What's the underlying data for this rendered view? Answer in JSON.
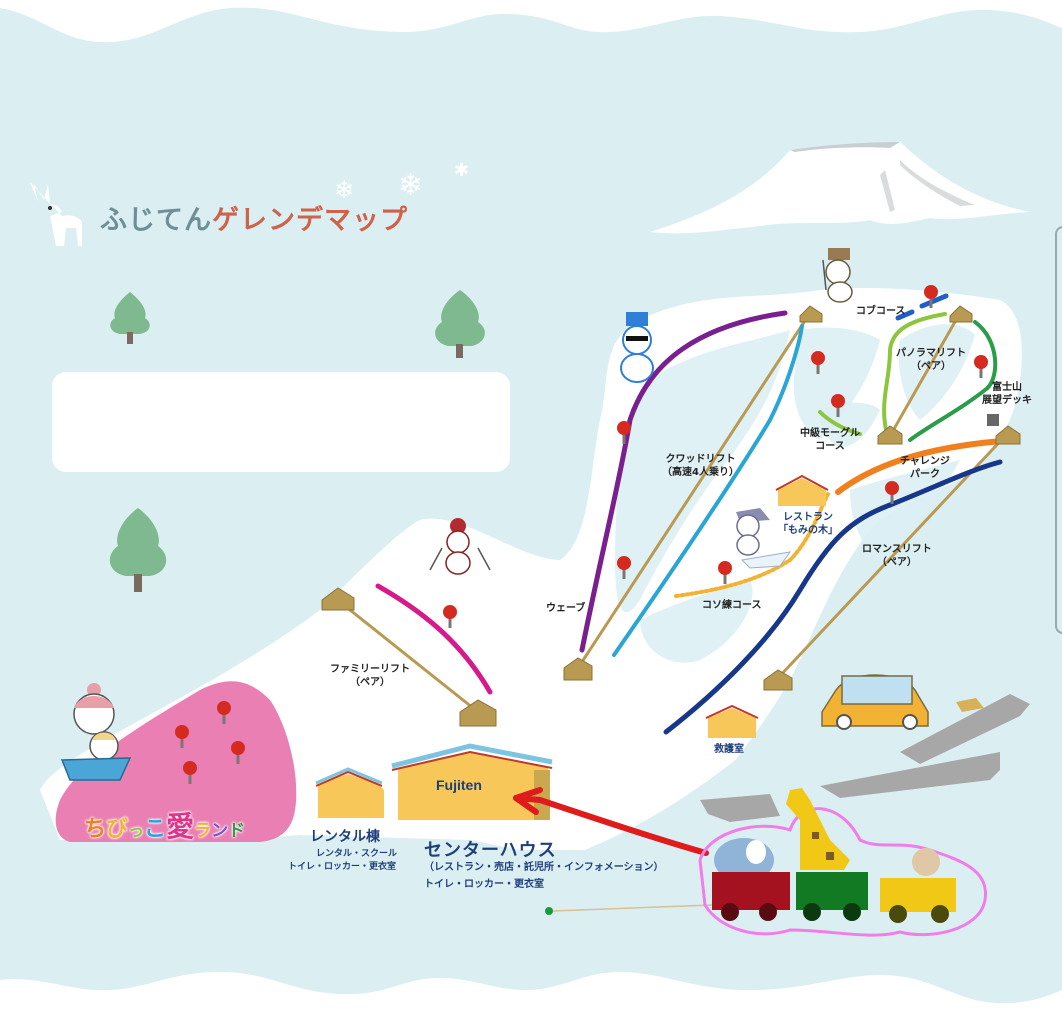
{
  "map": {
    "title_part1": "ふじてん",
    "title_part2": "ゲレンデマップ",
    "colors": {
      "sky": "#dbeff3",
      "snow": "#ffffff",
      "title_gray": "#6f8f98",
      "title_red": "#d0624a",
      "label_navy": "#1f3f7a",
      "kids_pink": "#e97fb3",
      "annotation_red": "#e01b1b",
      "annotation_pink": "#f07de8"
    },
    "courses": [
      {
        "name": "ウェーブ",
        "color": "#7a1f8f"
      },
      {
        "name": "コブコース",
        "color": "#1f5fc8"
      },
      {
        "name": "中級モーグルコース",
        "color": "#8cc63e"
      },
      {
        "name": "チャレンジパーク",
        "color": "#f07f1e"
      },
      {
        "name": "コソ練コース",
        "color": "#f2b234"
      }
    ],
    "lifts": [
      {
        "name": "クワッドリフト",
        "note": "（高速4人乗り）"
      },
      {
        "name": "パノラマリフト",
        "note": "（ペア）"
      },
      {
        "name": "ロマンスリフト",
        "note": "（ペア）"
      },
      {
        "name": "ファミリーリフト",
        "note": "（ペア）"
      }
    ],
    "labels": {
      "wave": "ウェーブ",
      "bump": "コブコース",
      "panorama_1": "パノラマリフト",
      "panorama_2": "（ペア）",
      "fuji_1": "富士山",
      "fuji_2": "展望デッキ",
      "mogul_1": "中級モーグル",
      "mogul_2": "コース",
      "quad_1": "クワッドリフト",
      "quad_2": "（高速4人乗り）",
      "challenge_1": "チャレンジ",
      "challenge_2": "パーク",
      "restaurant_1": "レストラン",
      "restaurant_2": "「もみの木」",
      "romance_1": "ロマンスリフト",
      "romance_2": "（ペア）",
      "koso": "コソ練コース",
      "family_1": "ファミリーリフト",
      "family_2": "（ペア）",
      "rescue": "救護室"
    },
    "kids_area": {
      "label_chars": [
        {
          "ch": "ち",
          "color": "#f07f1e"
        },
        {
          "ch": "び",
          "color": "#f2b234"
        },
        {
          "ch": "っ",
          "color": "#8cc63e"
        },
        {
          "ch": "こ",
          "color": "#2aa6d6"
        },
        {
          "ch": "愛",
          "color": "#e0338a"
        },
        {
          "ch": "ラ",
          "color": "#f2b234"
        },
        {
          "ch": "ン",
          "color": "#7a4fc8"
        },
        {
          "ch": "ド",
          "color": "#2a9d4a"
        }
      ]
    },
    "buildings": {
      "center_logo": "Fujiten",
      "center_title": "センターハウス",
      "center_sub1": "（レストラン・売店・託児所・インフォメーション）",
      "center_sub2": "トイレ・ロッカー・更衣室",
      "rental_title": "レンタル棟",
      "rental_sub1": "レンタル・スクール",
      "rental_sub2": "トイレ・ロッカー・更衣室"
    }
  }
}
